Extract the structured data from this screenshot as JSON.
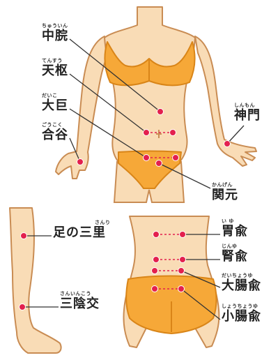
{
  "palette": {
    "skin": "#f9dcb6",
    "outline": "#c98c53",
    "garment": "#f6a838",
    "garment_edge": "#d98518",
    "point": "#e3204e",
    "line": "#333333"
  },
  "labels": {
    "chuukan": {
      "ruby": "ちゅういん",
      "name": "中脘"
    },
    "tensuu": {
      "ruby": "てんすう",
      "name": "天枢"
    },
    "daiko": {
      "ruby": "だいこ",
      "name": "大巨"
    },
    "goukoku": {
      "ruby": "ごうこく",
      "name": "合谷"
    },
    "shinmon": {
      "ruby": "しんもん",
      "name": "神門"
    },
    "kangen": {
      "ruby": "かんげん",
      "name": "関元"
    },
    "ashisanri": {
      "ruby": "さんり",
      "name": "足の三里"
    },
    "sanninkou": {
      "ruby": "さんいんこう",
      "name": "三陰交"
    },
    "iyu": {
      "ruby": "い ゆ",
      "name": "胃兪"
    },
    "jinyu": {
      "ruby": "じんゆ",
      "name": "腎兪"
    },
    "daichouyu": {
      "ruby": "だいちょうゆ",
      "name": "大腸兪"
    },
    "shouchouyu": {
      "ruby": "しょうちょうゆ",
      "name": "小腸兪"
    }
  }
}
